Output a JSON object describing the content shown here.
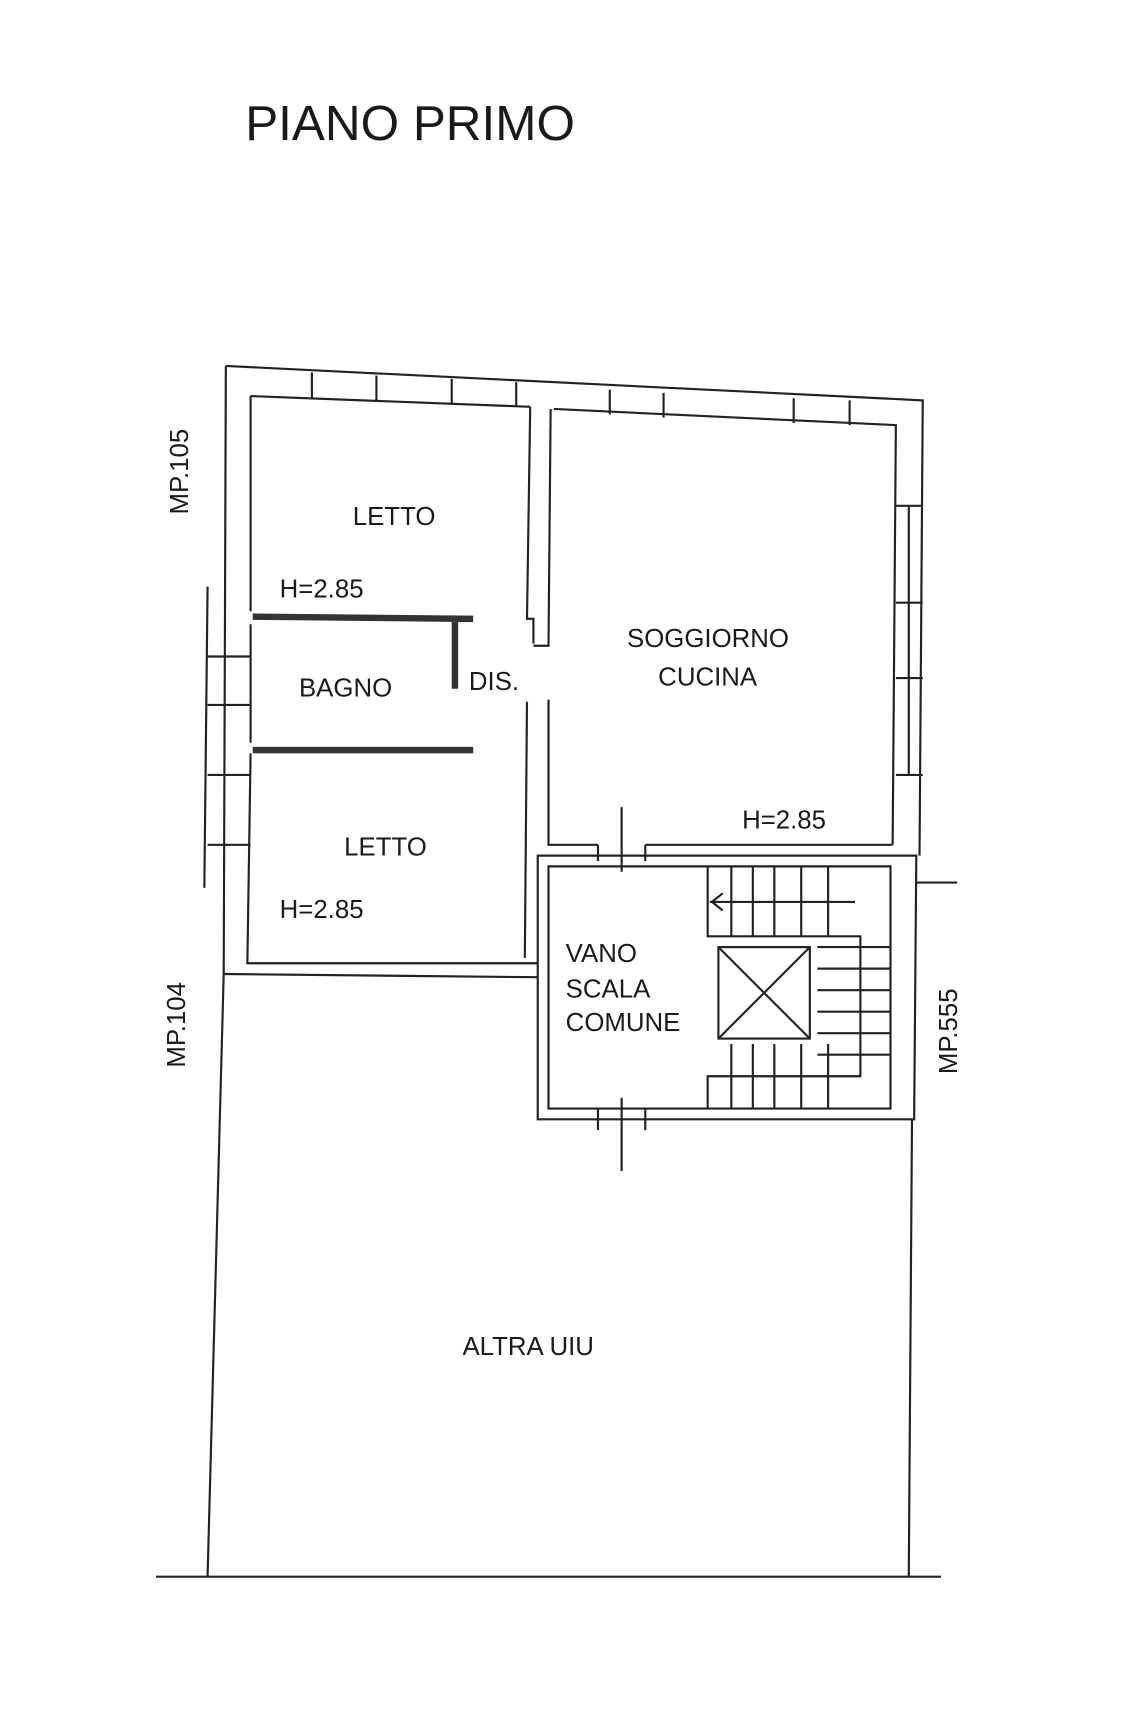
{
  "title": "PIANO PRIMO",
  "rooms": {
    "letto_top": "LETTO",
    "letto_top_height": "H=2.85",
    "bagno": "BAGNO",
    "dis": "DIS.",
    "letto_bottom": "LETTO",
    "letto_bottom_height": "H=2.85",
    "soggiorno_line1": "SOGGIORNO",
    "soggiorno_line2": "CUCINA",
    "soggiorno_height": "H=2.85",
    "vano_line1": "VANO",
    "vano_line2": "SCALA",
    "vano_line3": "COMUNE",
    "altra": "ALTRA UIU"
  },
  "neighbors": {
    "mp105": "MP.105",
    "mp104": "MP.104",
    "mp555": "MP.555"
  }
}
